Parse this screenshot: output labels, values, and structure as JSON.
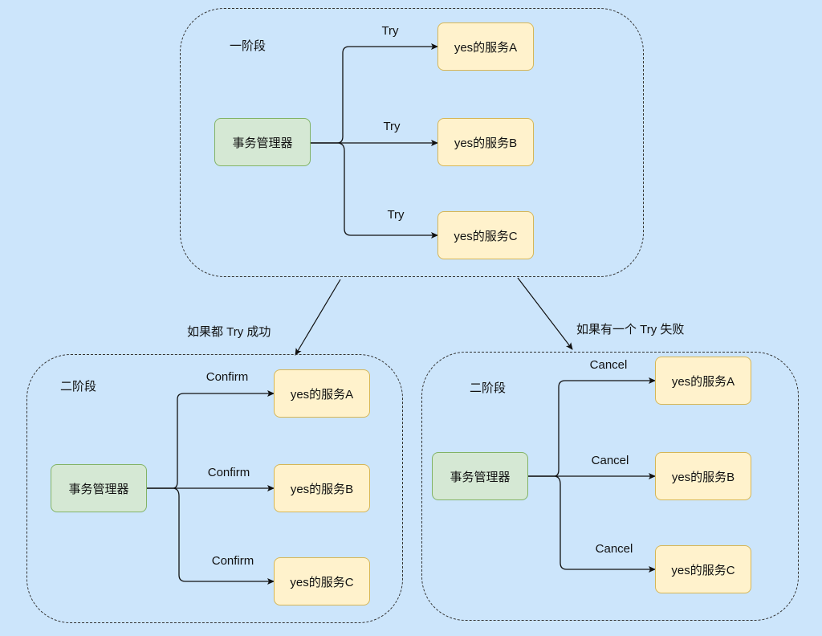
{
  "phase1": {
    "title": "一阶段",
    "manager": "事务管理器",
    "services": [
      "yes的服务A",
      "yes的服务B",
      "yes的服务C"
    ],
    "edge_labels": [
      "Try",
      "Try",
      "Try"
    ]
  },
  "transitions": {
    "success": "如果都 Try 成功",
    "failure": "如果有一个 Try 失败"
  },
  "phase2_confirm": {
    "title": "二阶段",
    "manager": "事务管理器",
    "services": [
      "yes的服务A",
      "yes的服务B",
      "yes的服务C"
    ],
    "edge_labels": [
      "Confirm",
      "Confirm",
      "Confirm"
    ]
  },
  "phase2_cancel": {
    "title": "二阶段",
    "manager": "事务管理器",
    "services": [
      "yes的服务A",
      "yes的服务B",
      "yes的服务C"
    ],
    "edge_labels": [
      "Cancel",
      "Cancel",
      "Cancel"
    ]
  },
  "colors": {
    "background": "#cce5fb",
    "manager_fill": "#d5e8d4",
    "manager_stroke": "#82b366",
    "service_fill": "#fff2cc",
    "service_stroke": "#d6b656"
  }
}
